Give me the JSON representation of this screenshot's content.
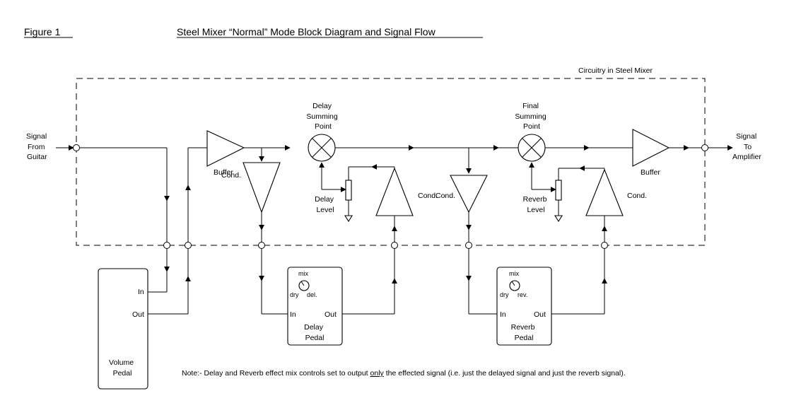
{
  "header": {
    "figure_label": "Figure 1",
    "title": "Steel Mixer “Normal” Mode Block Diagram and Signal Flow"
  },
  "enclosure": {
    "label": "Circuitry in Steel Mixer"
  },
  "io": {
    "input": [
      "Signal",
      "From",
      "Guitar"
    ],
    "output": [
      "Signal",
      "To",
      "Amplifier"
    ]
  },
  "blocks": {
    "buffer_in": "Buffer",
    "buffer_out": "Buffer",
    "delay_sum": [
      "Delay",
      "Summing",
      "Point"
    ],
    "final_sum": [
      "Final",
      "Summing",
      "Point"
    ],
    "cond": "Cond.",
    "delay_level": [
      "Delay",
      "Level"
    ],
    "reverb_level": [
      "Reverb",
      "Level"
    ]
  },
  "pedals": {
    "volume": {
      "name": [
        "Volume",
        "Pedal"
      ],
      "in": "In",
      "out": "Out"
    },
    "delay": {
      "name": [
        "Delay",
        "Pedal"
      ],
      "in": "In",
      "out": "Out",
      "mix": "mix",
      "dry": "dry",
      "wet": "del."
    },
    "reverb": {
      "name": [
        "Reverb",
        "Pedal"
      ],
      "in": "In",
      "out": "Out",
      "mix": "mix",
      "dry": "dry",
      "wet": "rev."
    }
  },
  "note": {
    "prefix": "Note:- Delay and Reverb effect mix controls set to output ",
    "emphasis": "only",
    "suffix": " the effected signal (i.e. just the delayed signal and just the reverb signal)."
  }
}
